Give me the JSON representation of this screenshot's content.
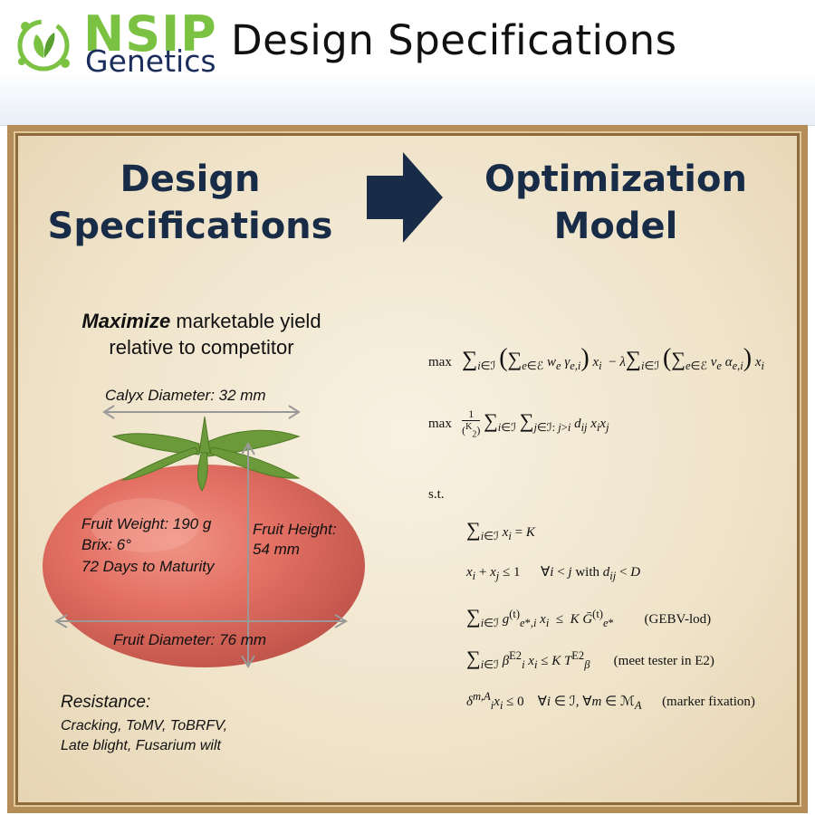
{
  "logo": {
    "name": "NSIP",
    "sub": "Genetics"
  },
  "header": {
    "title": "Design Specifications"
  },
  "panel": {
    "left_heading": [
      "Design",
      "Specifications"
    ],
    "right_heading": [
      "Optimization",
      "Model"
    ]
  },
  "objective": {
    "bold": "Maximize",
    "rest": " marketable yield",
    "line2": "relative to competitor"
  },
  "tomato_labels": {
    "calyx": "Calyx Diameter: 32 mm",
    "weight": "Fruit Weight: 190 g",
    "brix": "Brix: 6°",
    "days": "72 Days to Maturity",
    "height_1": "Fruit Height:",
    "height_2": "54 mm",
    "diameter": "Fruit Diameter: 76 mm"
  },
  "resistance": {
    "heading": "Resistance:",
    "line1": "Cracking, ToMV, ToBRFV,",
    "line2": "Late blight, Fusarium wilt"
  },
  "model": {
    "max": "max",
    "st": "s.t.",
    "notes": {
      "gebv": "(GEBV-lod)",
      "tester": "(meet tester in E2)",
      "marker": "(marker fixation)"
    }
  },
  "colors": {
    "heading": "#182c48",
    "arrow": "#182c48",
    "tomato": "#d9534a",
    "logo_green": "#7cc242",
    "logo_navy": "#1b2d5c",
    "frame": "#b48d58"
  }
}
